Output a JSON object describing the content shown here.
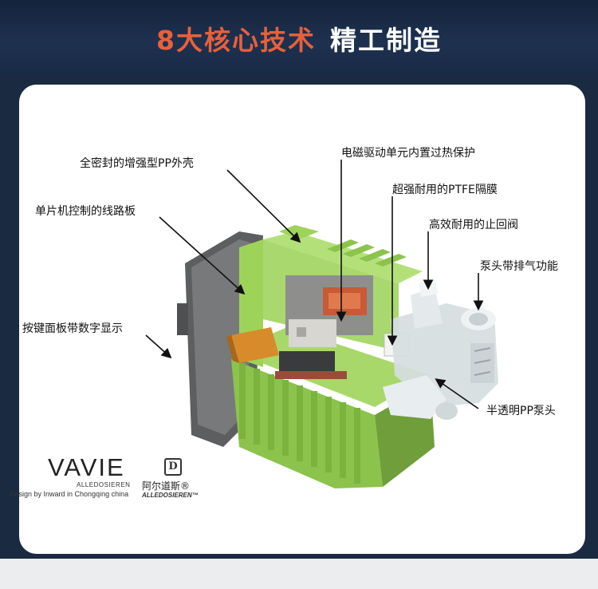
{
  "banner": {
    "title_accent": "8大核心技术",
    "title_main": "精工制造"
  },
  "callouts": {
    "shell": "全密封的增强型PP外壳",
    "pcb": "单片机控制的线路板",
    "keypad": "按键面板带数字显示",
    "drive": "电磁驱动单元内置过热保护",
    "ptfe": "超强耐用的PTFE隔膜",
    "valve": "高效耐用的止回阀",
    "vent": "泵头带排气功能",
    "pumphead": "半透明PP泵头"
  },
  "brand": {
    "name": "VAVIE",
    "sub": "ALLEDOSIEREN",
    "tagline": "Design by Inward in Chongqing china",
    "logo_mark": "D",
    "logo_cn": "阿尔道斯®",
    "logo_en": "ALLEDOSIEREN™"
  },
  "colors": {
    "accent": "#e8603a",
    "banner": "#1e3150",
    "housing_green": "#9ed35a",
    "housing_dark": "#6f9e3a",
    "shell_gray": "#6a6c6e"
  }
}
